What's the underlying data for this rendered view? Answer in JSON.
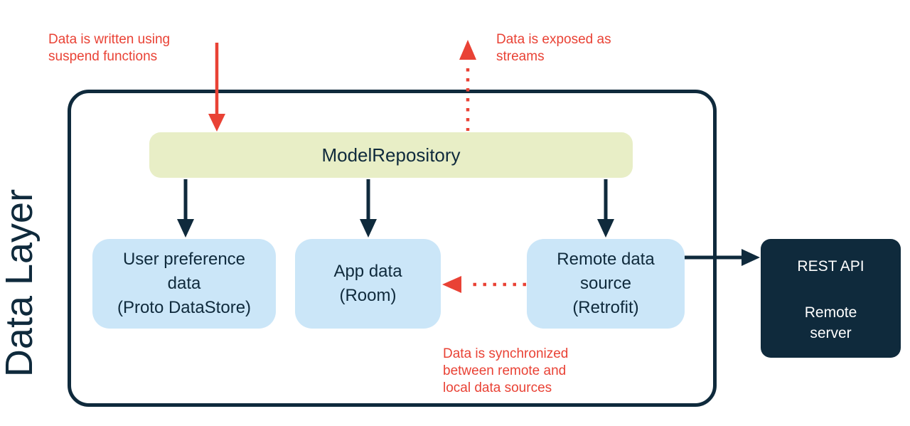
{
  "colors": {
    "navy": "#0F2A3C",
    "red": "#E94235",
    "green": "#E8EEC6",
    "blue": "#CBE6F8",
    "surface": "#FFFFFF",
    "text-on-dark": "#FFFFFF"
  },
  "layer": {
    "title": "Data Layer"
  },
  "repository": {
    "label": "ModelRepository"
  },
  "sources": [
    {
      "label": "User preference\ndata\n(Proto DataStore)"
    },
    {
      "label": "App data\n(Room)"
    },
    {
      "label": "Remote data\nsource\n(Retrofit)"
    }
  ],
  "remote_server": {
    "title": "REST API",
    "subtitle": "Remote\nserver"
  },
  "annotations": {
    "write": "Data is written using\nsuspend functions",
    "streams": "Data is exposed as\nstreams",
    "sync": "Data is synchronized\nbetween remote and\nlocal data sources"
  }
}
